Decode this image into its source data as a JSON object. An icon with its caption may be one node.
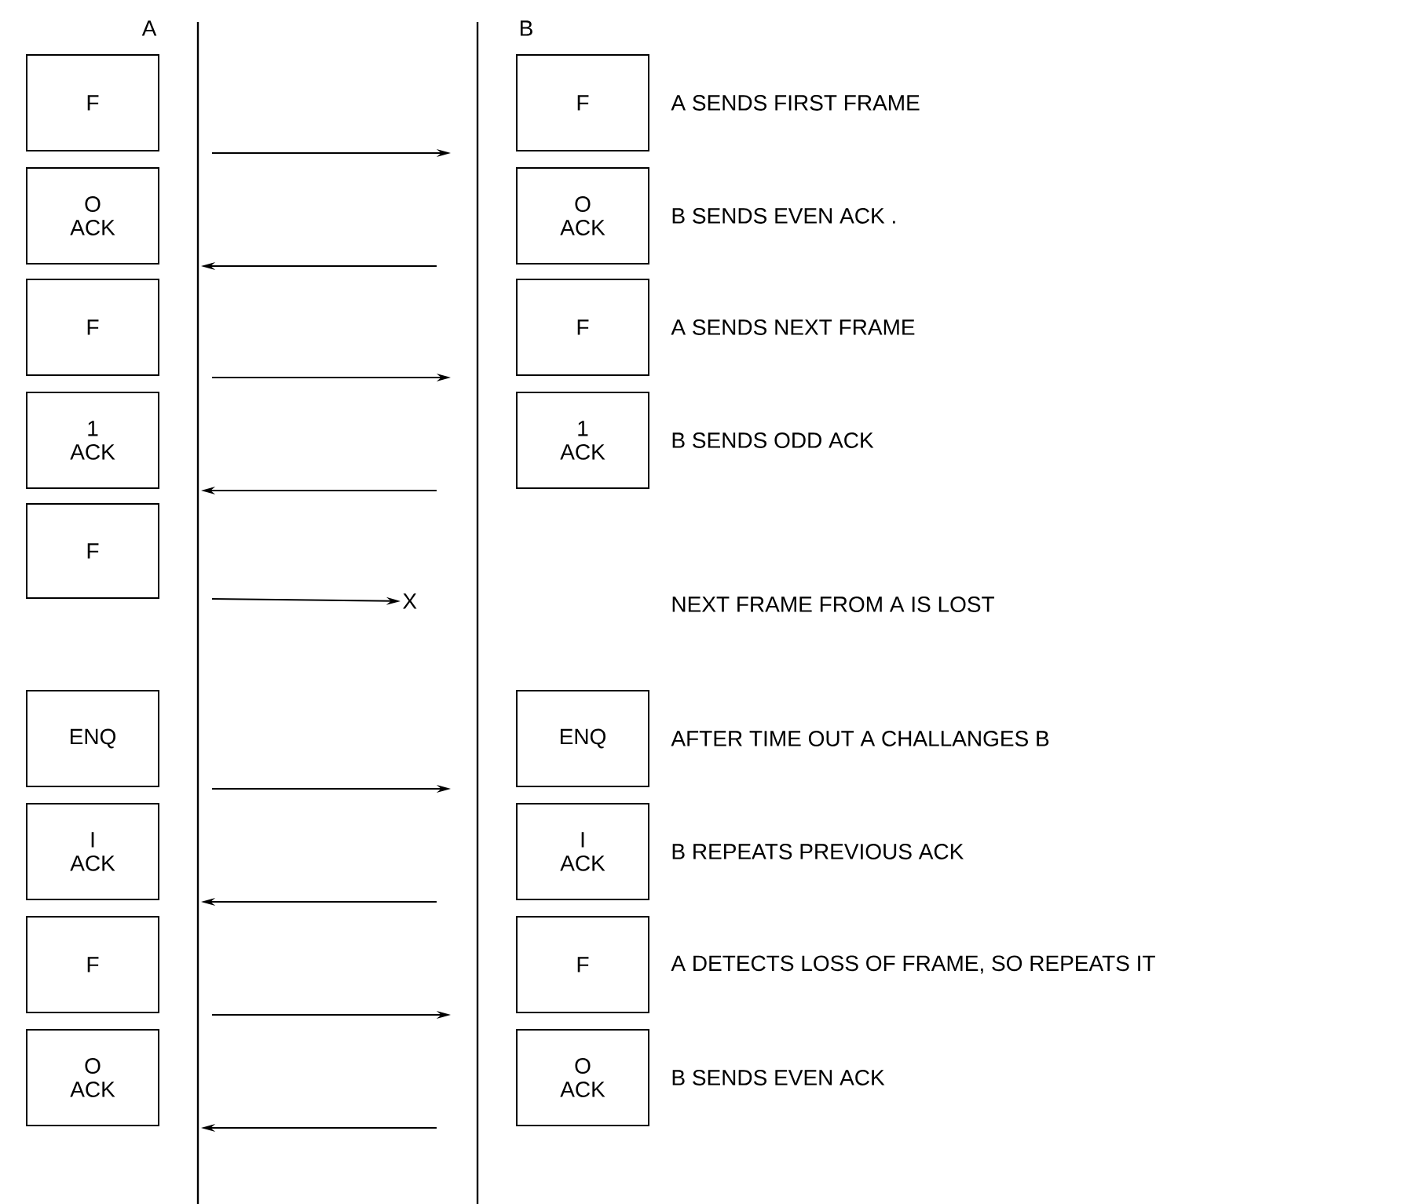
{
  "diagram": {
    "nodes": [
      {
        "text": [
          "F"
        ]
      },
      {
        "text": [
          "F"
        ],
        "beside": [
          "A SENDS FIRST FRAME"
        ]
      },
      {
        "text": [
          "O",
          "ACK"
        ]
      },
      {
        "text": [
          "O",
          "ACK"
        ],
        "beside": [
          "B SENDS EVEN ACK ."
        ]
      },
      {
        "text": [
          "F"
        ]
      },
      {
        "text": [
          "F"
        ],
        "beside": [
          "A SENDS NEXT FRAME"
        ]
      },
      {
        "text": [
          "1",
          "ACK"
        ]
      },
      {
        "text": [
          "1",
          "ACK"
        ],
        "beside": [
          "B SENDS ODD ACK"
        ]
      },
      {
        "text": [
          "F"
        ]
      },
      {
        "text": [
          "X"
        ]
      },
      {
        "text": [
          "ENQ"
        ]
      },
      {
        "text": [
          "ENQ"
        ],
        "beside": [
          "AFTER TIME OUT A CHALLANGES B"
        ]
      },
      {
        "text": [
          "I",
          "ACK"
        ]
      },
      {
        "text": [
          "I",
          "ACK"
        ],
        "beside": [
          "B REPEATS PREVIOUS ACK"
        ]
      },
      {
        "text": [
          "F"
        ]
      },
      {
        "text": [
          "F"
        ],
        "beside": [
          "A DETECTS LOSS OF FRAME, SO REPEATS IT"
        ]
      },
      {
        "text": [
          "O",
          "ACK"
        ]
      },
      {
        "text": [
          "O",
          "ACK"
        ],
        "beside": [
          "B SENDS EVEN ACK"
        ]
      }
    ],
    "edges": [
      {
        "from": 0,
        "to": 1,
        "arrow": "to"
      },
      {
        "from": 3,
        "to": 2,
        "arrow": "to"
      },
      {
        "from": 4,
        "to": 5,
        "arrow": "to"
      },
      {
        "from": 7,
        "to": 6,
        "arrow": "to"
      },
      {
        "from": 8,
        "to": 9,
        "arrow": "to"
      },
      {
        "from": 10,
        "to": 11,
        "arrow": "to"
      },
      {
        "from": 13,
        "to": 12,
        "arrow": "to"
      },
      {
        "from": 14,
        "to": 15,
        "arrow": "to"
      },
      {
        "from": 17,
        "to": 16,
        "arrow": "to"
      }
    ],
    "labels": [
      "A",
      "B",
      "NEXT FRAME FROM A IS LOST"
    ]
  }
}
